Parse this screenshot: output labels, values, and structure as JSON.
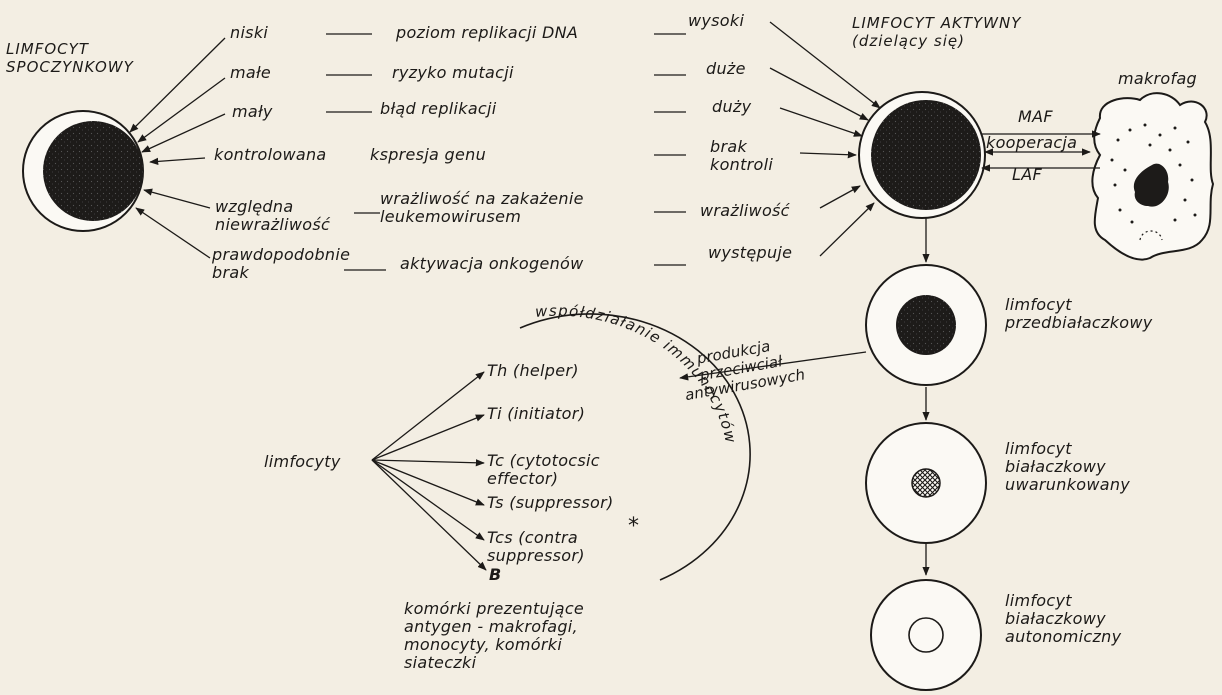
{
  "resting_cell": {
    "title": "LIMFOCYT\nSPOCZYNKOWY"
  },
  "active_cell": {
    "title": "LIMFOCYT AKTYWNY\n(dzielący się)"
  },
  "macrophage": {
    "label": "makrofag",
    "maf": "MAF",
    "cooperation": "kooperacja",
    "laf": "LAF"
  },
  "comparison_rows": [
    {
      "resting": "niski",
      "property": "poziom replikacji DNA",
      "active": "wysoki"
    },
    {
      "resting": "małe",
      "property": "ryzyko mutacji",
      "active": "duże"
    },
    {
      "resting": "mały",
      "property": "błąd replikacji",
      "active": "duży"
    },
    {
      "resting": "kontrolowana",
      "property": "kspresja genu",
      "active": "brak\nkontroli"
    },
    {
      "resting": "względna\nniewrażliwość",
      "property": "wrażliwość na zakażenie\nleukemowirusem",
      "active": "wrażliwość"
    },
    {
      "resting": "prawdopodobnie\nbrak",
      "property": "aktywacja onkogenów",
      "active": "występuje"
    }
  ],
  "stages": [
    {
      "label": "limfocyt\nprzedbiałaczkowy"
    },
    {
      "label": "limfocyt\nbiałaczkowy\nuwarunkowany"
    },
    {
      "label": "limfocyt\nbiałaczkowy\nautonomiczny"
    }
  ],
  "antibody_production": "produkcja\nprzeciwciał\nantywirusowych",
  "limfocyty": {
    "label": "limfocyty",
    "types": [
      {
        "label": "Th (helper)"
      },
      {
        "label": "Ti (initiator)"
      },
      {
        "label": "Tc (cytotocsic\n      effector)"
      },
      {
        "label": "Ts (suppressor)"
      },
      {
        "label": "Tcs (contra\n      suppressor)"
      },
      {
        "label": "B"
      }
    ],
    "star": "*"
  },
  "arc_label": "współdziałanie immunocytów",
  "apc_note": "komórki prezentujące\nantygen - makrofagi,\nmonocyty, komórki\nsiateczki"
}
